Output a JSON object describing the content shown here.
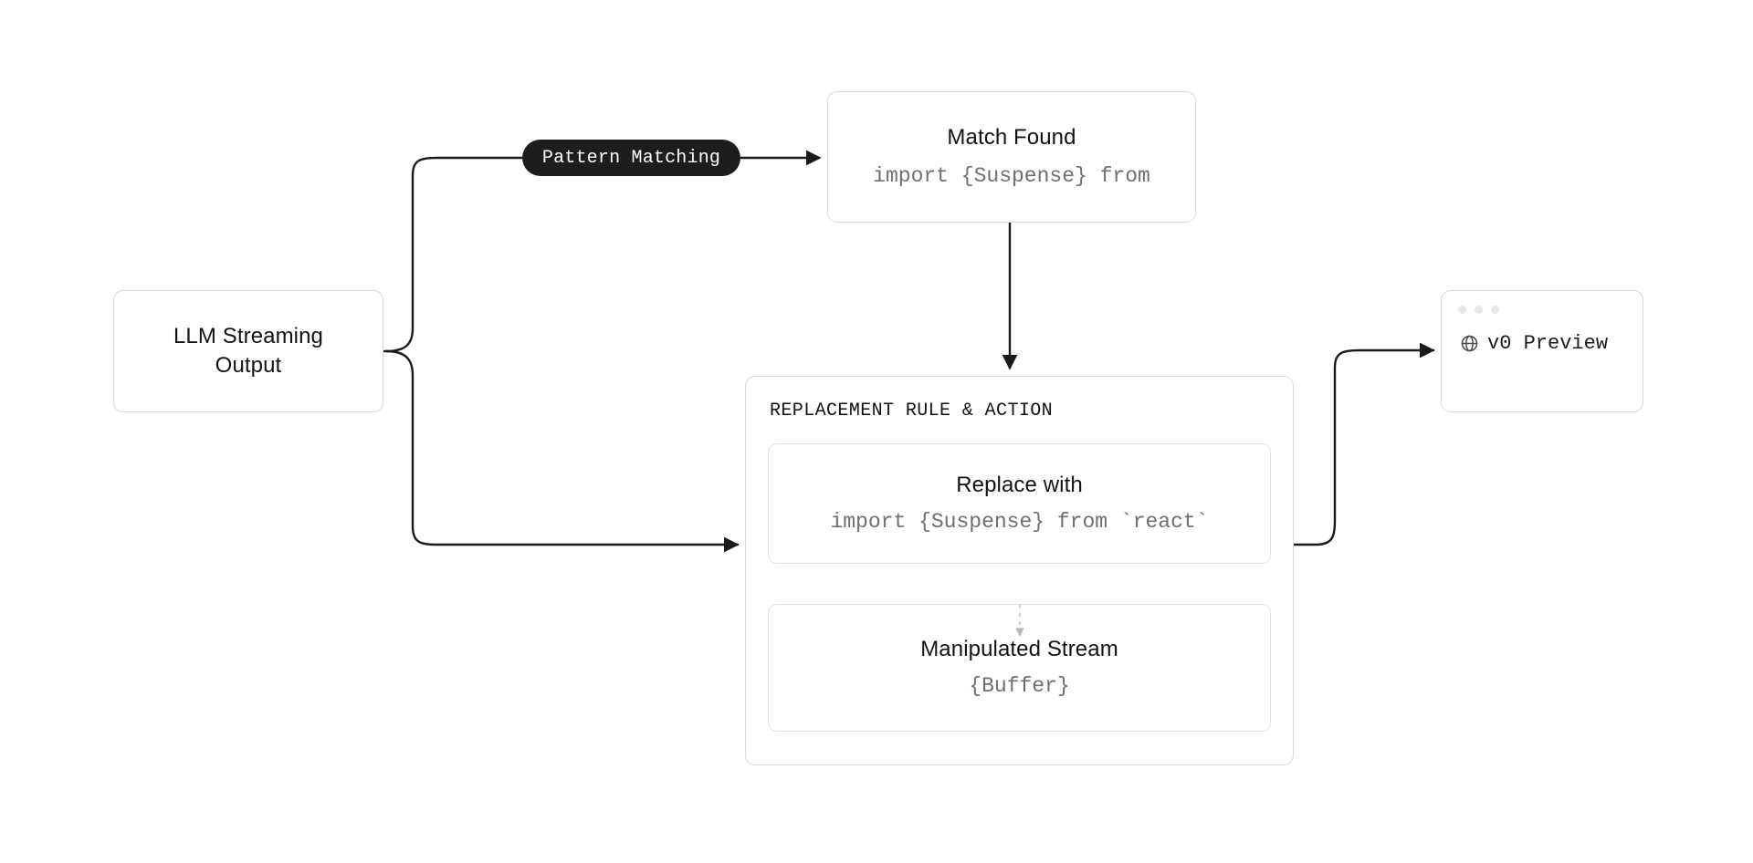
{
  "diagram": {
    "title": "LLM stream pattern-replacement pipeline",
    "background_color": "#ffffff",
    "edge_color": "#1a1a1a",
    "card_border_color": "#d9d9d9",
    "inner_border_color": "#e3e3e3",
    "code_text_color": "#6f6f6f",
    "pill_background_color": "#1d1d1d",
    "pill_text_color": "#ffffff",
    "dot_color": "#e6e6e6"
  },
  "nodes": {
    "llm": {
      "title_line1": "LLM Streaming",
      "title_line2": "Output"
    },
    "pattern_pill": {
      "label": "Pattern Matching"
    },
    "match_found": {
      "title": "Match Found",
      "code": "import {Suspense} from"
    },
    "rule_container": {
      "heading": "REPLACEMENT RULE & ACTION",
      "replace": {
        "title": "Replace with",
        "code": "import {Suspense} from `react`"
      },
      "manipulated": {
        "title": "Manipulated Stream",
        "code": "{Buffer}"
      }
    },
    "preview": {
      "label": "v0 Preview",
      "icon": "globe-icon",
      "window_dots": 3
    }
  },
  "edges": [
    {
      "from": "llm",
      "to": "pattern_pill",
      "style": "solid",
      "arrow": false
    },
    {
      "from": "pattern_pill",
      "to": "match_found",
      "style": "solid",
      "arrow": true
    },
    {
      "from": "match_found",
      "to": "rule_container",
      "style": "solid",
      "arrow": true
    },
    {
      "from": "llm",
      "to": "rule_container",
      "style": "solid",
      "arrow": true
    },
    {
      "from": "replace",
      "to": "manipulated",
      "style": "dashed",
      "arrow": true
    },
    {
      "from": "replace",
      "to": "preview",
      "style": "solid",
      "arrow": true
    }
  ]
}
